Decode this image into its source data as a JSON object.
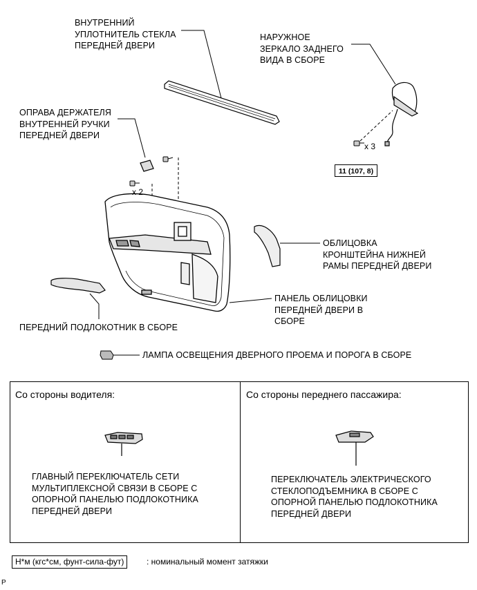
{
  "labels": {
    "glass_seal": [
      "ВНУТРЕННИЙ",
      "УПЛОТНИТЕЛЬ СТЕКЛА",
      "ПЕРЕДНЕЙ ДВЕРИ"
    ],
    "mirror": [
      "НАРУЖНОЕ",
      "ЗЕРКАЛО ЗАДНЕГО",
      "ВИДА В СБОРЕ"
    ],
    "handle_bezel": [
      "ОПРАВА ДЕРЖАТЕЛЯ",
      "ВНУТРЕННЕЙ РУЧКИ",
      "ПЕРЕДНЕЙ ДВЕРИ"
    ],
    "bracket_cover": [
      "ОБЛИЦОВКА",
      "КРОНШТЕЙНА НИЖНЕЙ",
      "РАМЫ ПЕРЕДНЕЙ ДВЕРИ"
    ],
    "trim_panel": [
      "ПАНЕЛЬ ОБЛИЦОВКИ",
      "ПЕРЕДНЕЙ ДВЕРИ В",
      "СБОРЕ"
    ],
    "armrest": "ПЕРЕДНИЙ ПОДЛОКОТНИК В СБОРЕ",
    "courtesy_lamp": "ЛАМПА ОСВЕЩЕНИЯ ДВЕРНОГО ПРОЕМА И ПОРОГА В СБОРЕ",
    "qty_screws_top": "x 2",
    "qty_screws_mirror": "x 3",
    "torque": "11 (107, 8)"
  },
  "panels": {
    "driver": {
      "header": "Со стороны водителя:",
      "label": [
        "ГЛАВНЫЙ ПЕРЕКЛЮЧАТЕЛЬ СЕТИ",
        "МУЛЬТИПЛЕКСНОЙ СВЯЗИ В СБОРЕ С",
        "ОПОРНОЙ ПАНЕЛЬЮ ПОДЛОКОТНИКА",
        "ПЕРЕДНЕЙ ДВЕРИ"
      ]
    },
    "passenger": {
      "header": "Со стороны переднего пассажира:",
      "label": [
        "ПЕРЕКЛЮЧАТЕЛЬ ЭЛЕКТРИЧЕСКОГО",
        "СТЕКЛОПОДЪЕМНИКА В СБОРЕ С",
        "ОПОРНОЙ ПАНЕЛЬЮ ПОДЛОКОТНИКА",
        "ПЕРЕДНЕЙ ДВЕРИ"
      ]
    }
  },
  "legend": {
    "unit": "Н*м (кгс*см, фунт-сила-фут)",
    "description": ": номинальный момент затяжки"
  },
  "corner_mark": "P"
}
